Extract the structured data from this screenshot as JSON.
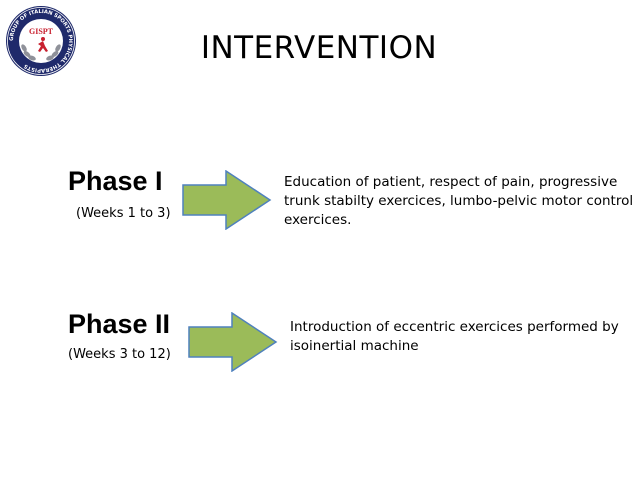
{
  "logo": {
    "ring_text": "GROUP OF ITALIAN SPORTS PHYSICAL THERAPISTS",
    "center_text": "GISPT",
    "colors": {
      "ring": "#1f2a6b",
      "accent": "#c8202f",
      "laurel": "#8f9199"
    }
  },
  "title": "INTERVENTION",
  "phases": [
    {
      "name": "Phase I",
      "weeks": "(Weeks 1 to 3)",
      "description_lines": [
        "Education of patient, respect of pain, progressive",
        "trunk stabilty exercices, lumbo-pelvic motor control",
        "exercices."
      ]
    },
    {
      "name": "Phase II",
      "weeks": "(Weeks 3 to 12)",
      "description_lines": [
        "Introduction of eccentric exercices performed by",
        "isoinertial machine"
      ]
    }
  ],
  "colors": {
    "arrow_fill": "#9bbb59",
    "arrow_stroke": "#4f81bd"
  }
}
